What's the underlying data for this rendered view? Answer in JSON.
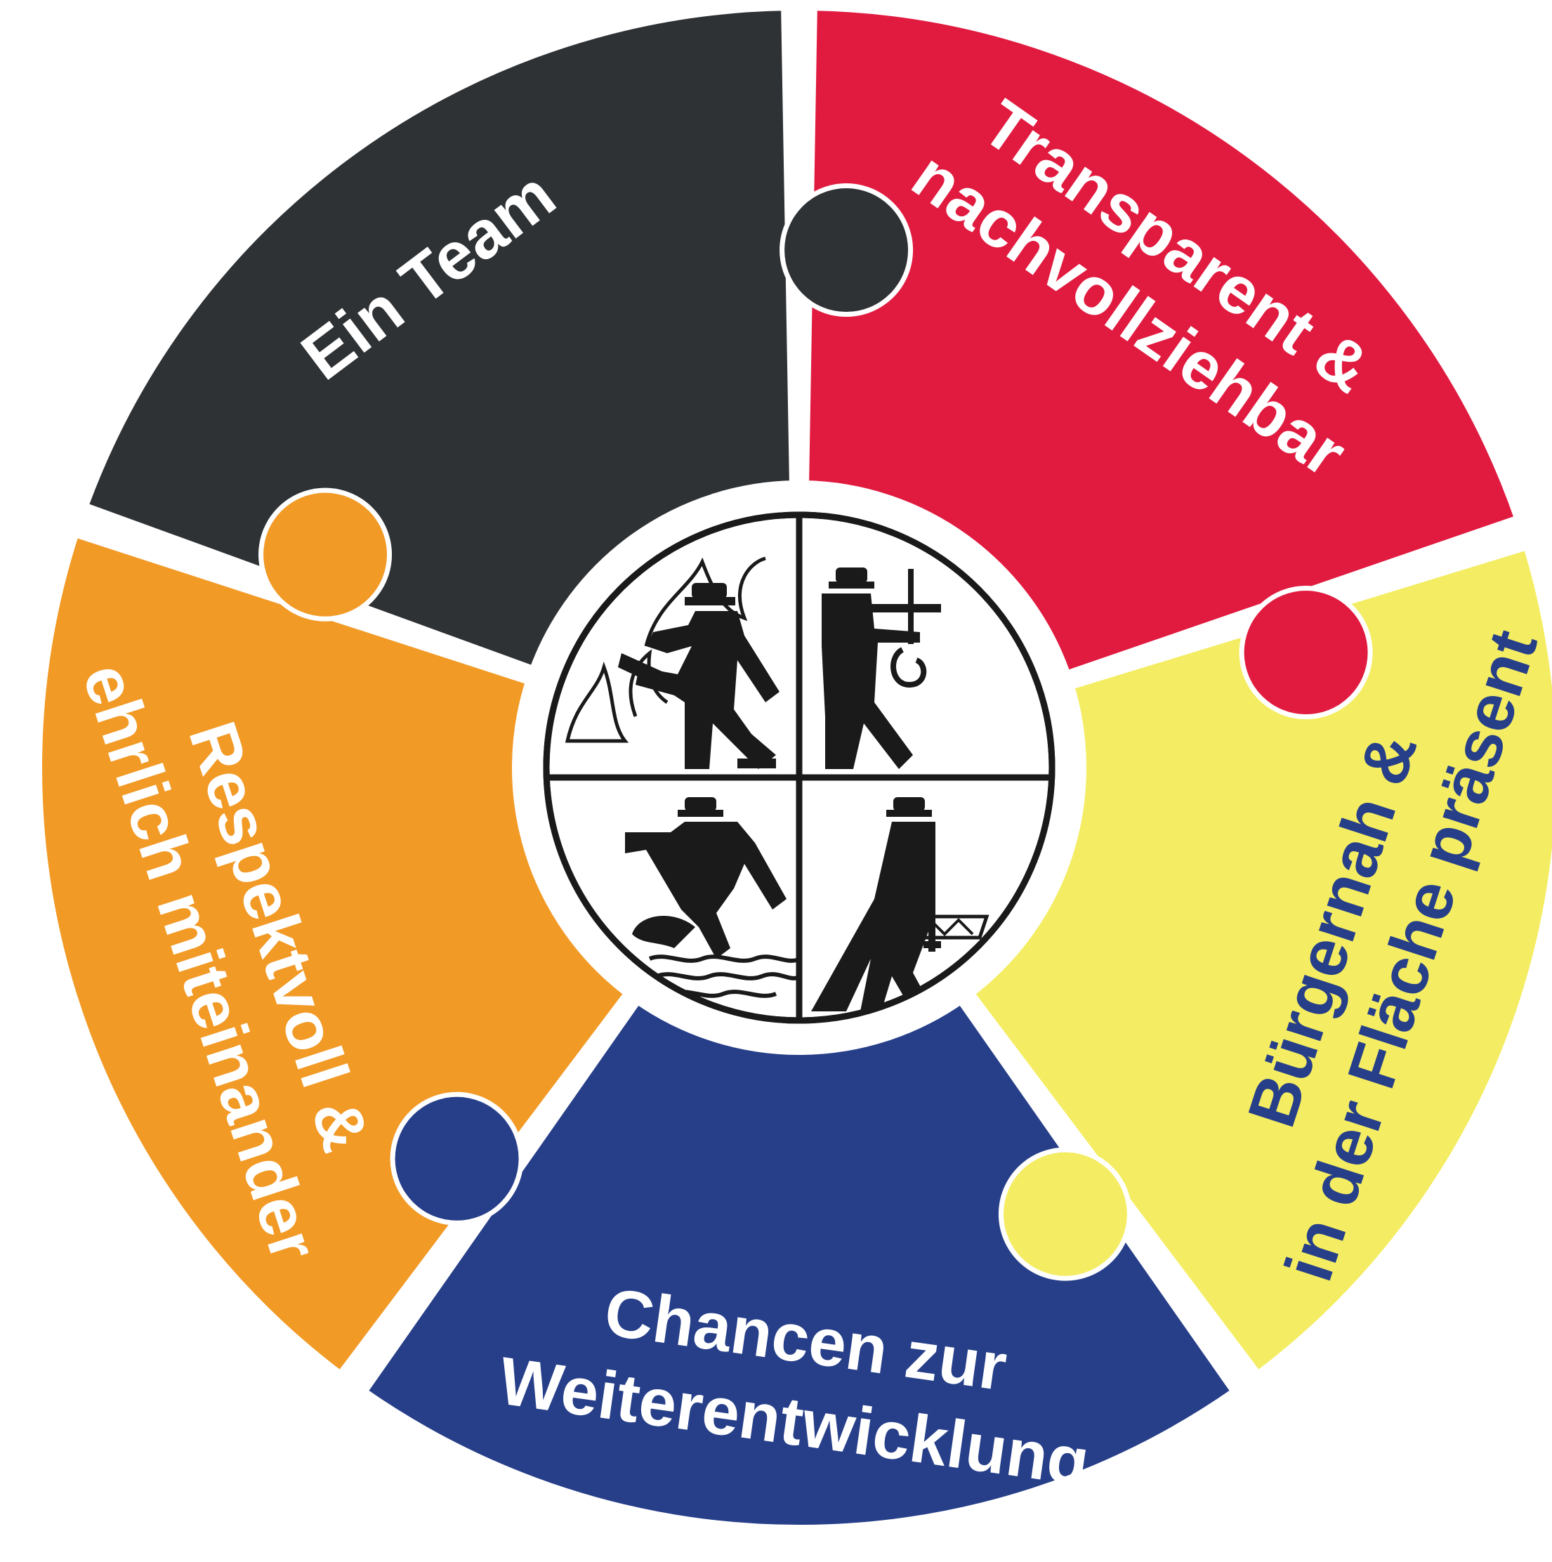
{
  "diagram": {
    "segments": [
      {
        "id": "ein-team",
        "lines": [
          "Ein Team"
        ],
        "fill": "#2f3235",
        "text_color": "#ffffff"
      },
      {
        "id": "transparent",
        "lines": [
          "Transparent &",
          "nachvollziehbar"
        ],
        "fill": "#e11b40",
        "text_color": "#ffffff"
      },
      {
        "id": "buergernah",
        "lines": [
          "Bürgernah &",
          "in der Fläche präsent"
        ],
        "fill": "#f4ed63",
        "text_color": "#273f89"
      },
      {
        "id": "chancen",
        "lines": [
          "Chancen zur",
          "Weiterentwicklung"
        ],
        "fill": "#273f89",
        "text_color": "#ffffff"
      },
      {
        "id": "respektvoll",
        "lines": [
          "Respektvoll &",
          "ehrlich miteinander"
        ],
        "fill": "#f29a26",
        "text_color": "#ffffff"
      }
    ],
    "center_emblem": {
      "icon": "fire-brigade-emblem-icon",
      "quadrants": [
        "firefighting-icon",
        "rescue-icon",
        "water-rescue-icon",
        "protection-icon"
      ],
      "ring_color": "#1a1a1a"
    }
  }
}
